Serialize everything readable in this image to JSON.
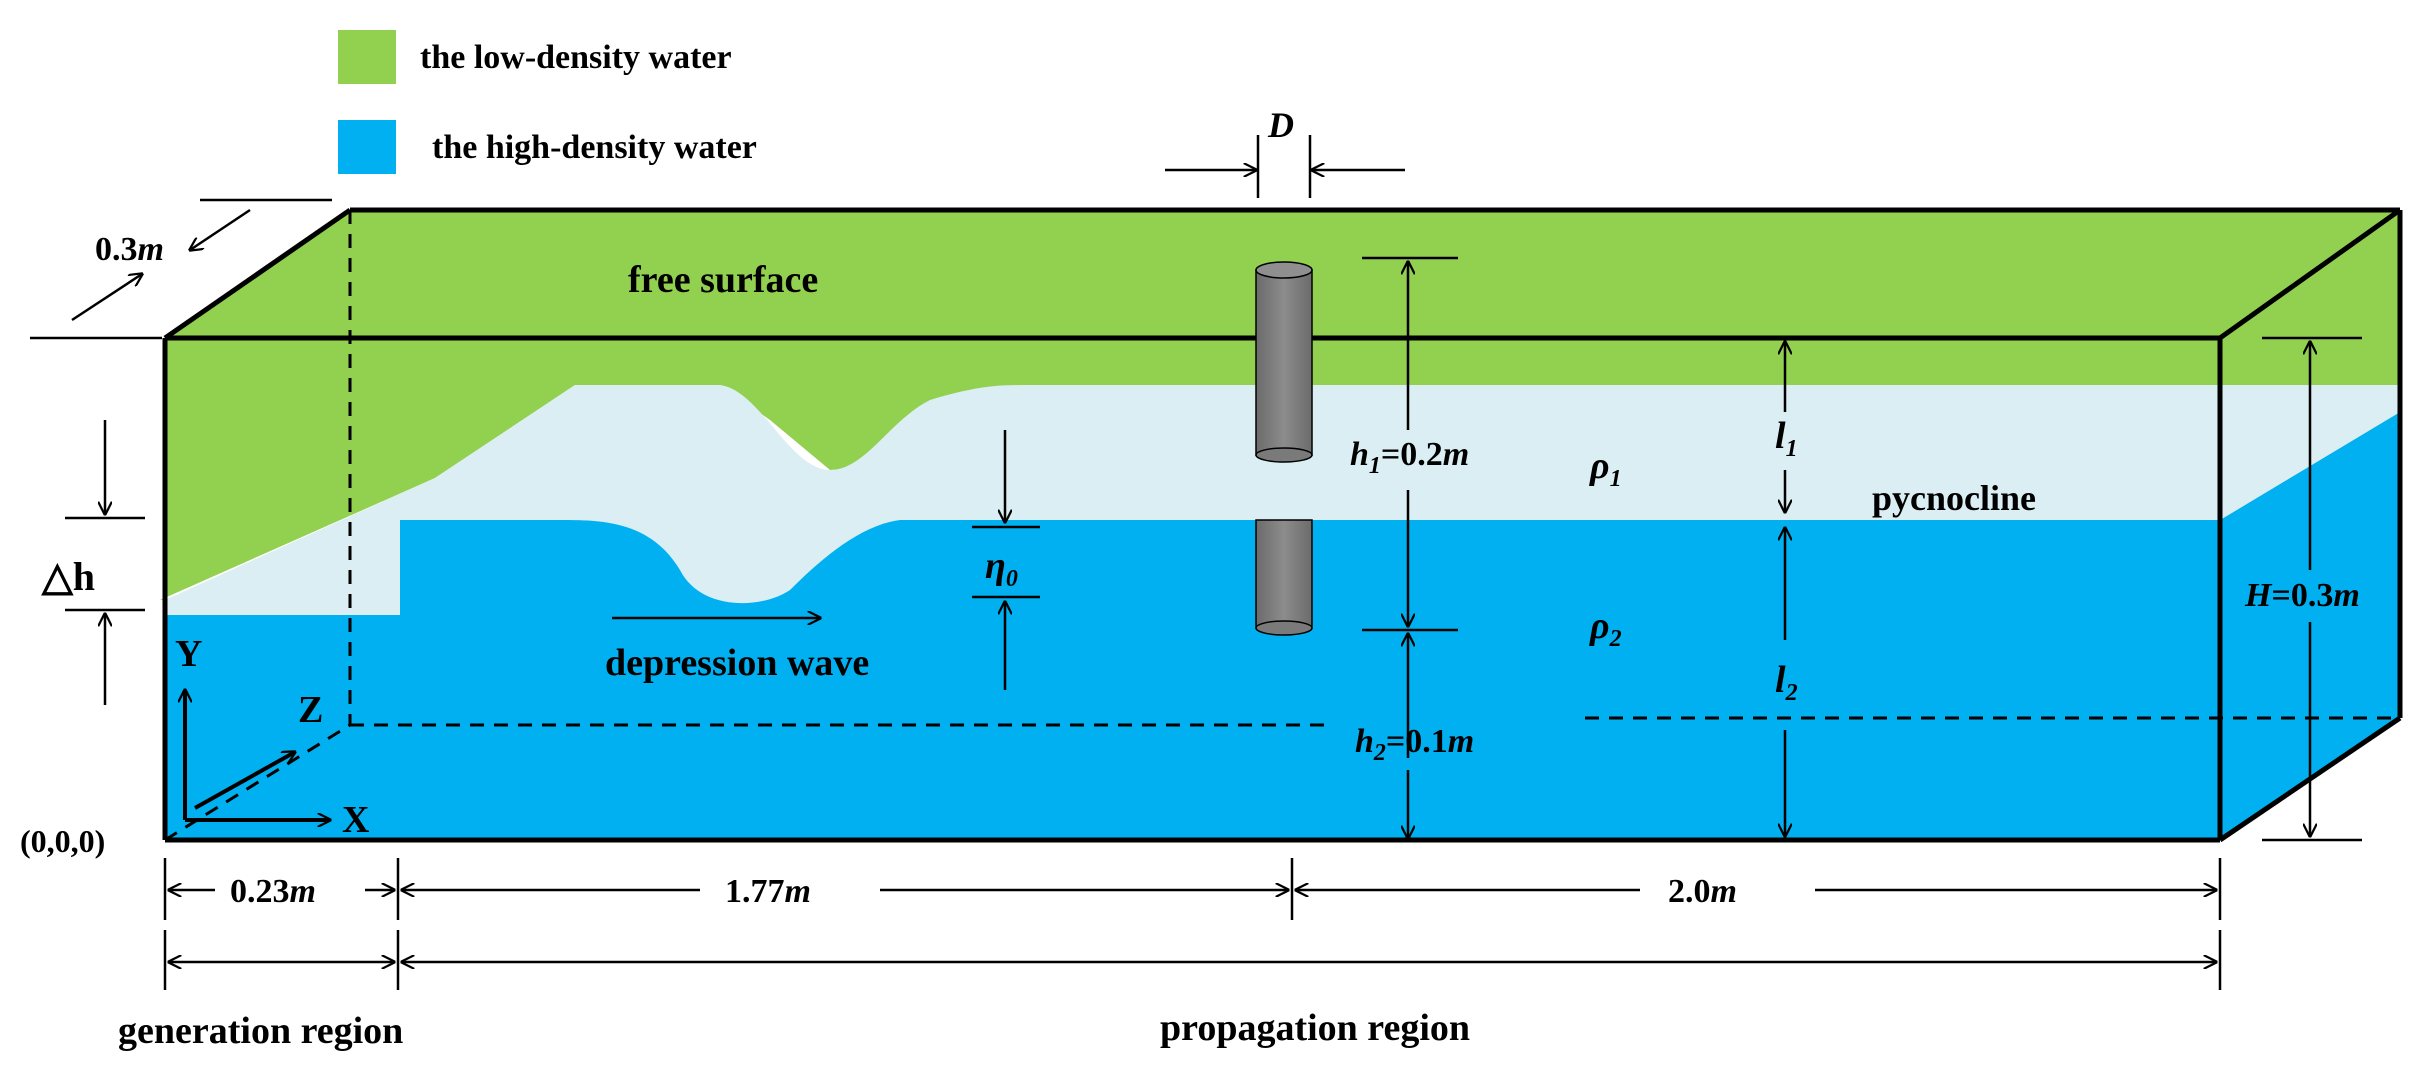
{
  "legend": [
    {
      "label": "the low-density water",
      "color": "#92d050"
    },
    {
      "label": "the high-density water",
      "color": "#00b0f0"
    }
  ],
  "colors": {
    "low_density": "#92d050",
    "high_density": "#00b0f0",
    "pycnocline": "#daeef3",
    "cylinder": "#7f7f7f",
    "outline": "#000000"
  },
  "labels": {
    "free_surface": "free surface",
    "pycnocline": "pycnocline",
    "depression_wave": "depression wave",
    "depth_tank": "0.3",
    "depth_unit": "m",
    "cyl_D": "D",
    "h1_sym": "h",
    "h1_sub": "1",
    "h1_val": "=0.2",
    "h1_unit": "m",
    "h2_sym": "h",
    "h2_sub": "2",
    "h2_val": "=0.1",
    "h2_unit": "m",
    "rho_sym": "ρ",
    "rho1_sub": "1",
    "rho2_sub": "2",
    "l_sym": "l",
    "l1_sub": "1",
    "l2_sub": "2",
    "eta_sym": "η",
    "eta_sub": "0",
    "H_sym": "H",
    "H_val": "=0.3",
    "H_unit": "m",
    "delta_h": "△h",
    "axis_y": "Y",
    "axis_z": "Z",
    "axis_x": "X",
    "origin": "(0,0,0)",
    "len1_val": "0.23",
    "len2_val": "1.77",
    "len3_val": "2.0",
    "len_unit": "m",
    "generation_region": "generation region",
    "propagation_region": "propagation region"
  }
}
